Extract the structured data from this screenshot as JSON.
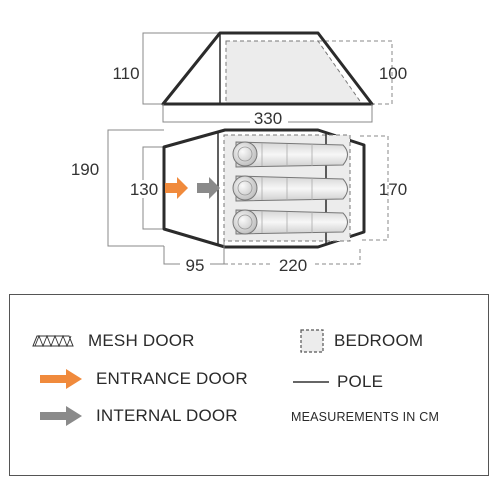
{
  "side_view": {
    "height_left": "110",
    "height_right": "100",
    "length": "330"
  },
  "plan_view": {
    "width_outer": "190",
    "width_entrance": "130",
    "width_bedroom": "170",
    "length_porch": "95",
    "length_bedroom": "220"
  },
  "legend": {
    "mesh_door": "MESH DOOR",
    "entrance_door": "ENTRANCE DOOR",
    "internal_door": "INTERNAL DOOR",
    "bedroom": "BEDROOM",
    "pole": "POLE",
    "measurements_note": "MEASUREMENTS IN CM"
  },
  "colors": {
    "entrance_arrow": "#f08a3c",
    "internal_arrow": "#8a8a8a",
    "bedroom_fill": "#ececec",
    "outline": "#2b2b2b",
    "dimension_line": "#888888"
  },
  "icons": {
    "mesh_door": "mesh-door-icon",
    "entrance_door": "entrance-arrow-icon",
    "internal_door": "internal-arrow-icon",
    "bedroom": "bedroom-icon",
    "pole": "pole-line-icon"
  }
}
